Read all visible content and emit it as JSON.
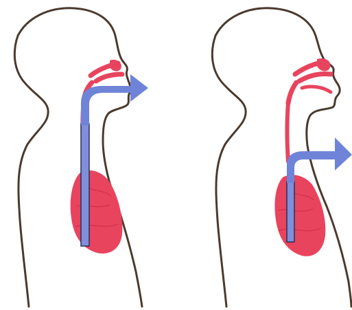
{
  "figure": {
    "panels": [
      {
        "id": "left",
        "airway": "tube-through-mouth"
      },
      {
        "id": "right",
        "airway": "tube-through-neck"
      }
    ],
    "colors": {
      "outline": "#4a3a2e",
      "organ": "#e8445e",
      "organ_dark": "#c8203a",
      "tube_fill": "#7f8fd9",
      "tube_stroke": "#2b2f55",
      "arrow": "#6f84d8"
    }
  }
}
